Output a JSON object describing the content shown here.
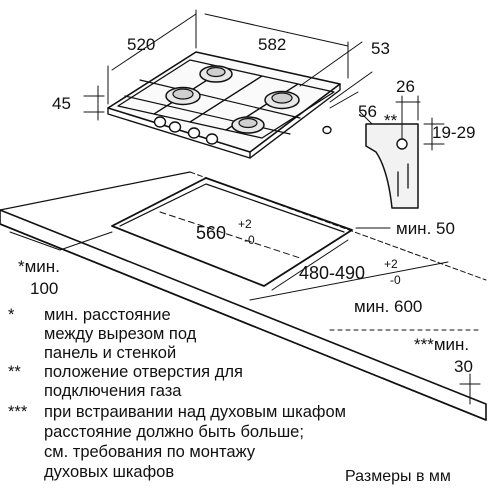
{
  "dimensions": {
    "width_520": "520",
    "depth_582": "582",
    "front_53": "53",
    "height_45": "45",
    "gas_26": "26",
    "gas_56": "56",
    "gas_range": "19-29",
    "gas_marker": "**",
    "cutout_width_main": "560",
    "cutout_width_tol_plus": "+2",
    "cutout_width_tol_minus": "-0",
    "cutout_depth_main": "480-490",
    "cutout_depth_tol_plus": "+2",
    "cutout_depth_tol_minus": "-0",
    "min_50": "мин. 50",
    "min_100_prefix": "*мин.",
    "min_100_value": "100",
    "min_600": "мин. 600",
    "min_30_prefix": "***мин.",
    "min_30_value": "30"
  },
  "notes": [
    {
      "mark": "*",
      "lines": [
        "мин. расстояние",
        "между вырезом под",
        "панель и стенкой"
      ]
    },
    {
      "mark": "**",
      "lines": [
        "положение отверстия для",
        "подключения газа"
      ]
    },
    {
      "mark": "***",
      "lines": [
        "при встраивании над духовым шкафом",
        "расстояние должно быть больше;",
        "см. требования по монтажу",
        "духовых шкафов"
      ]
    }
  ],
  "units_caption": "Размеры в мм"
}
